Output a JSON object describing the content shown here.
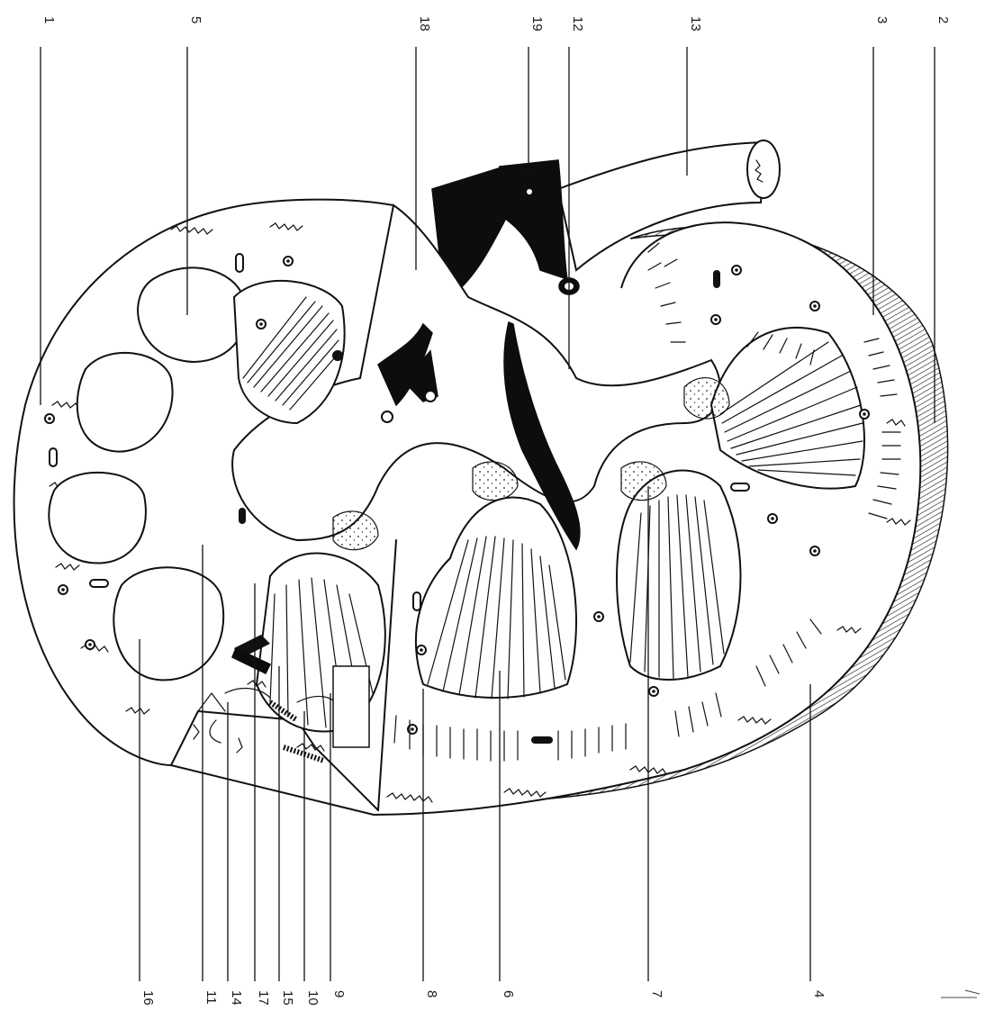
{
  "diagram": {
    "top_labels": [
      "1",
      "5",
      "18",
      "19",
      "12",
      "13",
      "3",
      "2"
    ],
    "bottom_labels": [
      "16",
      "11",
      "14",
      "17",
      "15",
      "10",
      "9",
      "8",
      "6",
      "7",
      "4"
    ]
  },
  "colors": {
    "ink": "#111111",
    "background": "#ffffff"
  }
}
